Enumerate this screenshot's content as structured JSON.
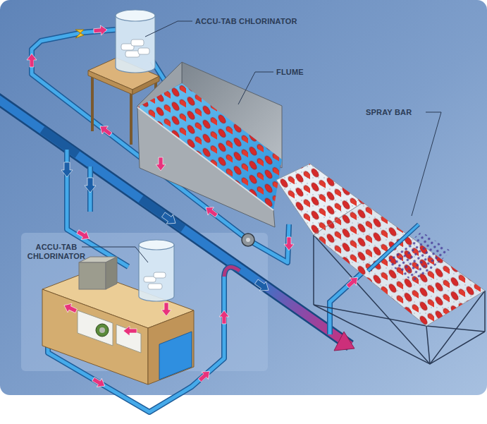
{
  "diagram": {
    "labels": [
      "ACCU-TAB CHLORINATOR",
      "FLUME",
      "SPRAY BAR",
      "ACCU-TAB CHLORINATOR"
    ]
  }
}
